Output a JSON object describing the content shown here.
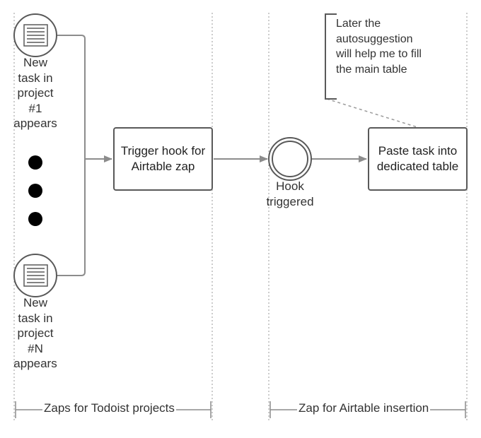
{
  "lanes": [
    {
      "label": "Zaps for Todoist projects"
    },
    {
      "label": "Zap for Airtable insertion"
    }
  ],
  "events": [
    {
      "id": "start-1",
      "label": "New\ntask in\nproject\n#1\nappears",
      "icon": "document-lines-icon"
    },
    {
      "id": "start-n",
      "label": "New\ntask in\nproject\n#N\nappears",
      "icon": "document-lines-icon"
    },
    {
      "id": "hook",
      "label": "Hook\ntriggered"
    }
  ],
  "tasks": [
    {
      "id": "trigger",
      "label": "Trigger hook for\nAirtable zap"
    },
    {
      "id": "paste",
      "label": "Paste task into\ndedicated table"
    }
  ],
  "annotation": {
    "text": "Later the\nautosuggestion\nwill help me to fill\nthe main table"
  },
  "ellipsis": {
    "count": 3
  },
  "colors": {
    "stroke": "#595959",
    "arrow": "#8c8c8c",
    "dot": "#000000"
  }
}
